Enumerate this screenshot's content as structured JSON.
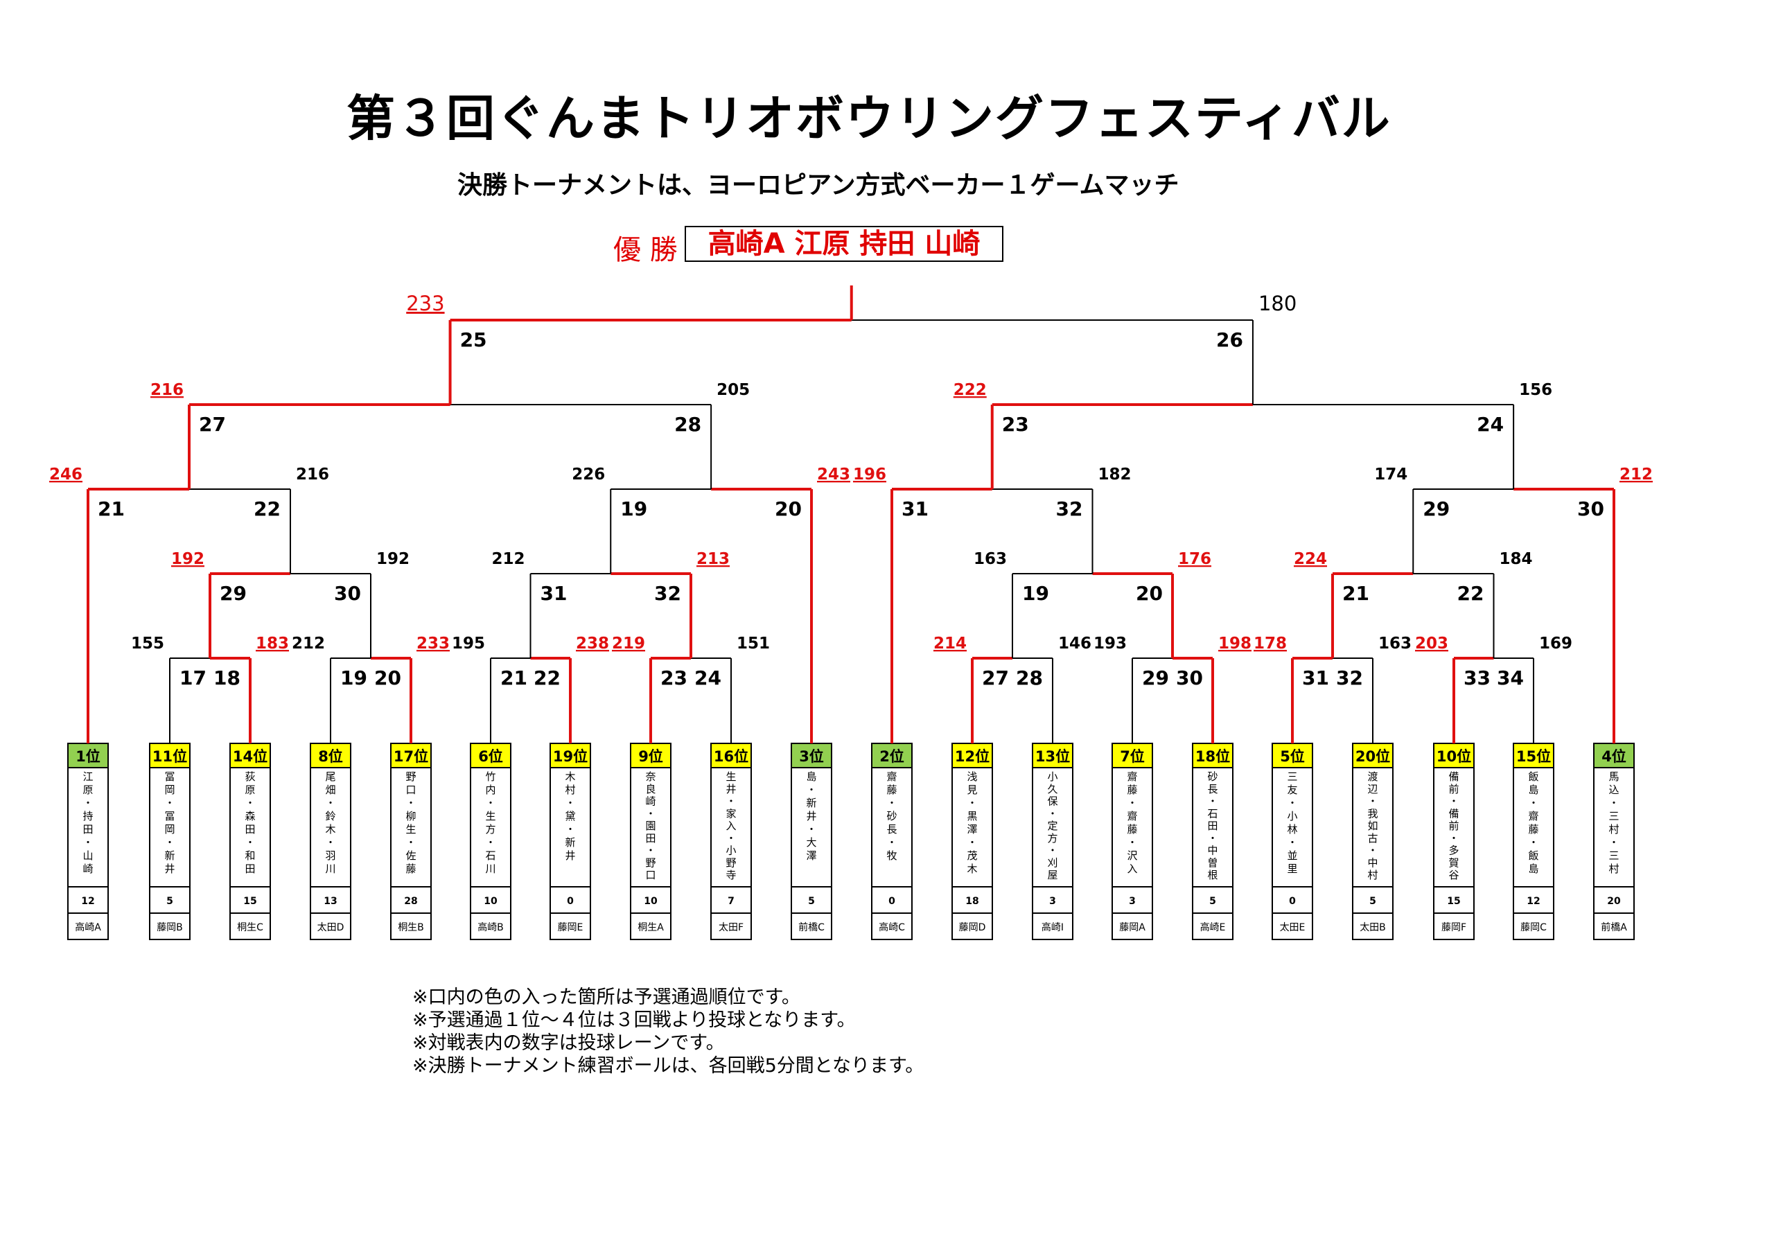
{
  "title": "第３回ぐんまトリオボウリングフェスティバル",
  "subtitle": "決勝トーナメントは、ヨーロピアン方式ベーカー１ゲームマッチ",
  "champion": {
    "label": "優 勝",
    "name": "高崎A 江原 持田 山崎"
  },
  "colors": {
    "winner": "#e01010",
    "line": "#000000",
    "rank_yellow": "#ffff00",
    "rank_green": "#92d050"
  },
  "entries": [
    {
      "rank": "1位",
      "names": [
        "江",
        "原",
        "・",
        "持",
        "田",
        "・",
        "山",
        "崎"
      ],
      "lane": "12",
      "team": "高崎A",
      "color": "green"
    },
    {
      "rank": "11位",
      "names": [
        "冨",
        "岡",
        "・",
        "冨",
        "岡",
        "・",
        "新",
        "井"
      ],
      "lane": "5",
      "team": "藤岡B",
      "color": "yellow"
    },
    {
      "rank": "14位",
      "names": [
        "荻",
        "原",
        "・",
        "森",
        "田",
        "・",
        "和",
        "田"
      ],
      "lane": "15",
      "team": "桐生C",
      "color": "yellow"
    },
    {
      "rank": "8位",
      "names": [
        "尾",
        "畑",
        "・",
        "鈴",
        "木",
        "・",
        "羽",
        "川"
      ],
      "lane": "13",
      "team": "太田D",
      "color": "yellow"
    },
    {
      "rank": "17位",
      "names": [
        "野",
        "口",
        "・",
        "柳",
        "生",
        "・",
        "佐",
        "藤"
      ],
      "lane": "28",
      "team": "桐生B",
      "color": "yellow"
    },
    {
      "rank": "6位",
      "names": [
        "竹",
        "内",
        "・",
        "生",
        "方",
        "・",
        "石",
        "川"
      ],
      "lane": "10",
      "team": "高崎B",
      "color": "yellow"
    },
    {
      "rank": "19位",
      "names": [
        "木",
        "村",
        "・",
        "黛",
        "・",
        "新",
        "井"
      ],
      "lane": "0",
      "team": "藤岡E",
      "color": "yellow"
    },
    {
      "rank": "9位",
      "names": [
        "奈",
        "良",
        "崎",
        "・",
        "園",
        "田",
        "・",
        "野",
        "口"
      ],
      "lane": "10",
      "team": "桐生A",
      "color": "yellow"
    },
    {
      "rank": "16位",
      "names": [
        "生",
        "井",
        "・",
        "家",
        "入",
        "・",
        "小",
        "野",
        "寺"
      ],
      "lane": "7",
      "team": "太田F",
      "color": "yellow"
    },
    {
      "rank": "3位",
      "names": [
        "島",
        "・",
        "新",
        "井",
        "・",
        "大",
        "澤"
      ],
      "lane": "5",
      "team": "前橋C",
      "color": "green"
    },
    {
      "rank": "2位",
      "names": [
        "齋",
        "藤",
        "・",
        "砂",
        "長",
        "・",
        "牧"
      ],
      "lane": "0",
      "team": "高崎C",
      "color": "green"
    },
    {
      "rank": "12位",
      "names": [
        "浅",
        "見",
        "・",
        "黒",
        "澤",
        "・",
        "茂",
        "木"
      ],
      "lane": "18",
      "team": "藤岡D",
      "color": "yellow"
    },
    {
      "rank": "13位",
      "names": [
        "小",
        "久",
        "保",
        "・",
        "定",
        "方",
        "・",
        "刈",
        "屋"
      ],
      "lane": "3",
      "team": "高崎I",
      "color": "yellow"
    },
    {
      "rank": "7位",
      "names": [
        "齋",
        "藤",
        "・",
        "齋",
        "藤",
        "・",
        "沢",
        "入"
      ],
      "lane": "3",
      "team": "藤岡A",
      "color": "yellow"
    },
    {
      "rank": "18位",
      "names": [
        "砂",
        "長",
        "・",
        "石",
        "田",
        "・",
        "中",
        "曽",
        "根"
      ],
      "lane": "5",
      "team": "高崎E",
      "color": "yellow"
    },
    {
      "rank": "5位",
      "names": [
        "三",
        "友",
        "・",
        "小",
        "林",
        "・",
        "並",
        "里"
      ],
      "lane": "0",
      "team": "太田E",
      "color": "yellow"
    },
    {
      "rank": "20位",
      "names": [
        "渡",
        "辺",
        "・",
        "我",
        "如",
        "古",
        "・",
        "中",
        "村"
      ],
      "lane": "5",
      "team": "太田B",
      "color": "yellow"
    },
    {
      "rank": "10位",
      "names": [
        "備",
        "前",
        "・",
        "備",
        "前",
        "・",
        "多",
        "賀",
        "谷"
      ],
      "lane": "15",
      "team": "藤岡F",
      "color": "yellow"
    },
    {
      "rank": "15位",
      "names": [
        "飯",
        "島",
        "・",
        "齋",
        "藤",
        "・",
        "飯",
        "島"
      ],
      "lane": "12",
      "team": "藤岡C",
      "color": "yellow"
    },
    {
      "rank": "4位",
      "names": [
        "馬",
        "込",
        "・",
        "三",
        "村",
        "・",
        "三",
        "村"
      ],
      "lane": "20",
      "team": "前橋A",
      "color": "green"
    }
  ],
  "lane_labels": [
    "17",
    "18",
    "19",
    "20",
    "21",
    "22",
    "23",
    "24",
    "27",
    "28",
    "29",
    "30",
    "31",
    "32",
    "33",
    "34",
    "29",
    "30",
    "31",
    "32",
    "19",
    "20",
    "21",
    "22",
    "21",
    "22",
    "19",
    "20",
    "31",
    "32",
    "29",
    "30",
    "27",
    "28",
    "23",
    "24",
    "25",
    "26"
  ],
  "scores": [
    {
      "value": "155",
      "win": false
    },
    {
      "value": "183",
      "win": true
    },
    {
      "value": "212",
      "win": false
    },
    {
      "value": "233",
      "win": true
    },
    {
      "value": "195",
      "win": false
    },
    {
      "value": "238",
      "win": true
    },
    {
      "value": "219",
      "win": true
    },
    {
      "value": "151",
      "win": false
    },
    {
      "value": "214",
      "win": true
    },
    {
      "value": "146",
      "win": false
    },
    {
      "value": "193",
      "win": false
    },
    {
      "value": "198",
      "win": true
    },
    {
      "value": "178",
      "win": true
    },
    {
      "value": "163",
      "win": false
    },
    {
      "value": "203",
      "win": true
    },
    {
      "value": "169",
      "win": false
    },
    {
      "value": "192",
      "win": true
    },
    {
      "value": "192",
      "win": false
    },
    {
      "value": "212",
      "win": false
    },
    {
      "value": "213",
      "win": true
    },
    {
      "value": "163",
      "win": false
    },
    {
      "value": "176",
      "win": true
    },
    {
      "value": "224",
      "win": true
    },
    {
      "value": "184",
      "win": false
    },
    {
      "value": "246",
      "win": true
    },
    {
      "value": "216",
      "win": false
    },
    {
      "value": "226",
      "win": false
    },
    {
      "value": "243",
      "win": true
    },
    {
      "value": "196",
      "win": true
    },
    {
      "value": "182",
      "win": false
    },
    {
      "value": "174",
      "win": false
    },
    {
      "value": "212",
      "win": true
    },
    {
      "value": "216",
      "win": true
    },
    {
      "value": "205",
      "win": false
    },
    {
      "value": "222",
      "win": true
    },
    {
      "value": "156",
      "win": false
    },
    {
      "value": "233",
      "win": true
    },
    {
      "value": "180",
      "win": false
    }
  ],
  "notes": [
    "※口内の色の入った箇所は予選通過順位です。",
    "※予選通過１位〜４位は３回戦より投球となります。",
    "※対戦表内の数字は投球レーンです。",
    "※決勝トーナメント練習ボールは、各回戦5分間となります。"
  ]
}
